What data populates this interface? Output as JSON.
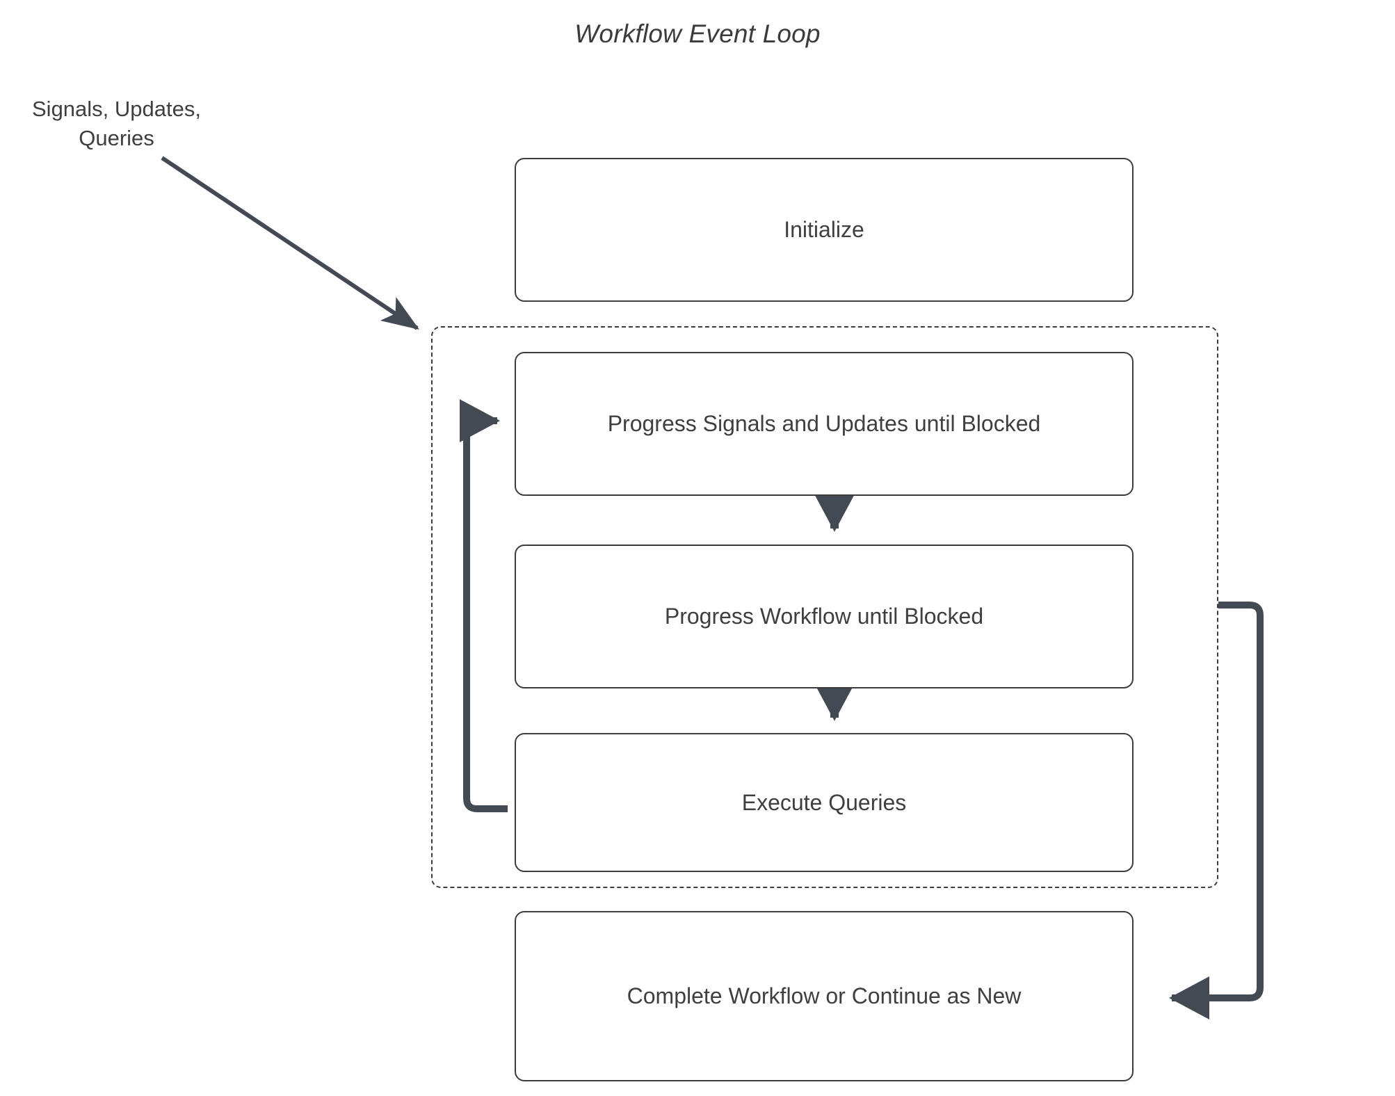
{
  "diagram": {
    "title": "Workflow Event Loop",
    "external_label": "Signals, Updates, Queries",
    "colors": {
      "node_border": "#3c3c3c",
      "node_fill": "#ffffff",
      "text": "#3f3f3f",
      "arrow": "#434a54",
      "group_border": "#3c3c3c",
      "background": "#ffffff"
    },
    "nodes": [
      {
        "id": "initialize",
        "label": "Initialize"
      },
      {
        "id": "progress-signals",
        "label": "Progress Signals and Updates until Blocked"
      },
      {
        "id": "progress-workflow",
        "label": "Progress Workflow until Blocked"
      },
      {
        "id": "execute-queries",
        "label": "Execute Queries"
      },
      {
        "id": "complete-workflow",
        "label": "Complete Workflow or Continue as New"
      }
    ],
    "group": {
      "id": "event-loop-group",
      "style": "dashed",
      "label": ""
    },
    "edges": [
      {
        "id": "edge-external-to-loop",
        "from": "Signals, Updates, Queries",
        "to": "event-loop-group",
        "style": "diagonal"
      },
      {
        "id": "edge-signals-to-workflow",
        "from": "progress-signals",
        "to": "progress-workflow",
        "style": "vertical"
      },
      {
        "id": "edge-workflow-to-queries",
        "from": "progress-workflow",
        "to": "execute-queries",
        "style": "vertical"
      },
      {
        "id": "edge-queries-loopback",
        "from": "execute-queries",
        "to": "progress-signals",
        "style": "loop-left"
      },
      {
        "id": "edge-loop-to-complete",
        "from": "event-loop-group",
        "to": "complete-workflow",
        "style": "loop-right"
      }
    ]
  }
}
